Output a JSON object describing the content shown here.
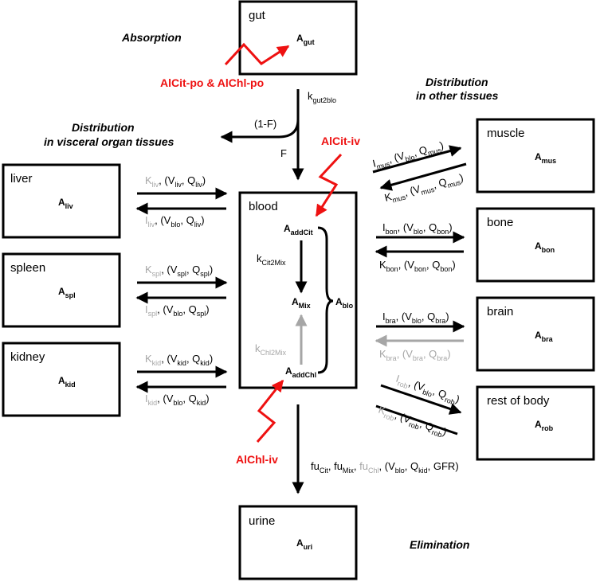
{
  "colors": {
    "main": "#000000",
    "faded": "#a6a6a6",
    "route": "#ee1111"
  },
  "compartments": {
    "gut": {
      "name": "gut",
      "amount": "A",
      "sub": "gut"
    },
    "blood": {
      "name": "blood",
      "sub": "blo"
    },
    "liver": {
      "name": "liver",
      "amount": "A",
      "sub": "liv"
    },
    "spleen": {
      "name": "spleen",
      "amount": "A",
      "sub": "spl"
    },
    "kidney": {
      "name": "kidney",
      "amount": "A",
      "sub": "kid"
    },
    "muscle": {
      "name": "muscle",
      "amount": "A",
      "sub": "mus"
    },
    "bone": {
      "name": "bone",
      "amount": "A",
      "sub": "bon"
    },
    "brain": {
      "name": "brain",
      "amount": "A",
      "sub": "bra"
    },
    "rob": {
      "name": "rest of body",
      "amount": "A",
      "sub": "rob"
    },
    "urine": {
      "name": "urine",
      "amount": "A",
      "sub": "uri"
    }
  },
  "headings": {
    "absorption": "Absorption",
    "visceral_1": "Distribution",
    "visceral_2": "in visceral organ tissues",
    "other_1": "Distribution",
    "other_2": "in other tissues",
    "elimination": "Elimination"
  },
  "routes": {
    "po": "AlCit-po & AlChl-po",
    "cit_iv": "AlCit-iv",
    "chl_iv": "AlChl-iv"
  },
  "blood_internal": {
    "addcit": {
      "main": "A",
      "sub": "addCit"
    },
    "mix": {
      "main": "A",
      "sub": "Mix"
    },
    "addchl": {
      "main": "A",
      "sub": "addChl"
    },
    "blo": {
      "main": "A",
      "sub": "blo"
    },
    "k_cit": {
      "main": "k",
      "sub": "Cit2Mix"
    },
    "k_chl": {
      "main": "k",
      "sub": "Chl2Mix"
    }
  },
  "gut_flow": {
    "k_main": "k",
    "k_sub": "gut2blo",
    "one_minus_f": "(1-F)",
    "f": "F"
  },
  "flux_left": {
    "liv": {
      "k": "K",
      "i": "I",
      "sub": "liv",
      "in": ", (V",
      "v_in": "liv",
      "out": ", (V",
      "v_out": "blo",
      "q": "Q",
      "close": ")"
    },
    "spl": {
      "k": "K",
      "i": "I",
      "sub": "spl",
      "in": ", (V",
      "v_in": "spl",
      "out": ", (V",
      "v_out": "blo",
      "q": "Q",
      "close": ")"
    },
    "kid": {
      "k": "K",
      "i": "I",
      "sub": "kid",
      "in": ", (V",
      "v_in": "kid",
      "out": ", (V",
      "v_out": "blo",
      "q": "Q",
      "close": ")"
    }
  },
  "flux_right": {
    "mus": {
      "i": "I",
      "k": "K",
      "sub": "mus",
      "v_i": "blo",
      "v_k": "mus"
    },
    "bon": {
      "i": "I",
      "k": "K",
      "sub": "bon",
      "v_i": "blo",
      "v_k": "bon"
    },
    "bra": {
      "i": "I",
      "k": "K",
      "sub": "bra",
      "v_i": "blo",
      "v_k": "bra"
    },
    "rob": {
      "i": "I",
      "k": "K",
      "sub": "rob",
      "v_i": "blo",
      "v_k": "rob"
    }
  },
  "urine_flow": {
    "fu": "fu",
    "cit": "Cit",
    "mix": "Mix",
    "chl": "Chl",
    "v": "V",
    "blo": "blo",
    "q": "Q",
    "kid": "kid",
    "gfr": "GFR"
  }
}
